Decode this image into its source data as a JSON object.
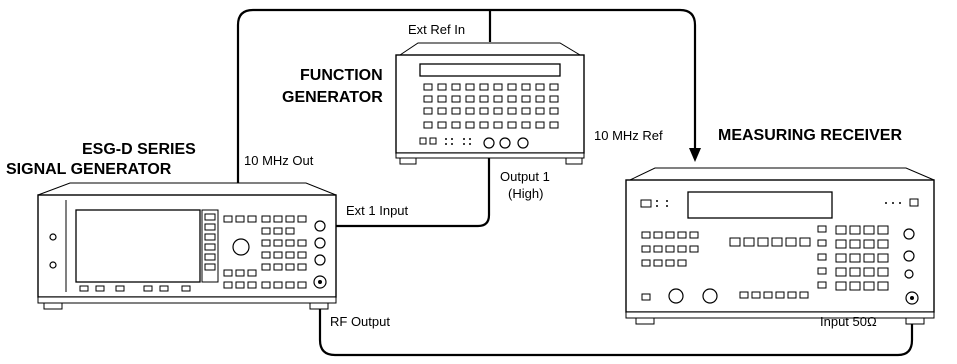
{
  "instruments": {
    "esg": {
      "title_line1": "ESG-D SERIES",
      "title_line2": "SIGNAL GENERATOR",
      "ports": {
        "ref_out": "10 MHz Out",
        "ext_input": "Ext 1 Input",
        "rf_output": "RF Output"
      }
    },
    "function_generator": {
      "title_line1": "FUNCTION",
      "title_line2": "GENERATOR",
      "ports": {
        "ref_in": "Ext Ref In",
        "output_line1": "Output 1",
        "output_line2": "(High)"
      }
    },
    "measuring_receiver": {
      "title": "MEASURING RECEIVER",
      "ports": {
        "ref_in": "10 MHz Ref",
        "input": "Input 50Ω"
      }
    }
  }
}
